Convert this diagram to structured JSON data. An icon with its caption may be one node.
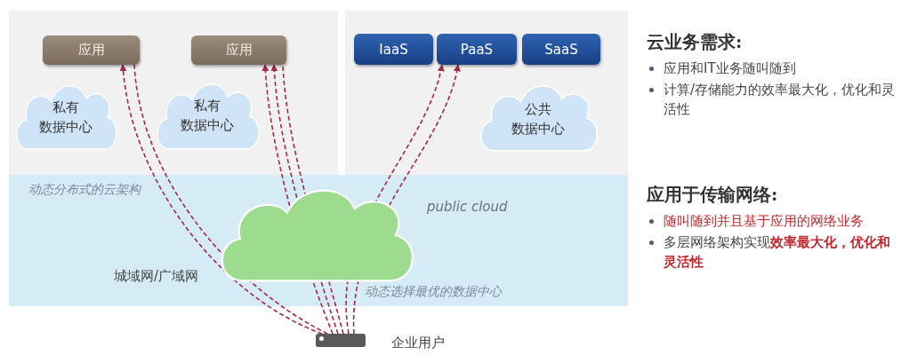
{
  "diagram": {
    "nodes": [
      {
        "text": [
          "应用"
        ]
      },
      {
        "text": [
          "应用"
        ]
      },
      {
        "text": [
          "IaaS"
        ]
      },
      {
        "text": [
          "PaaS"
        ]
      },
      {
        "text": [
          "SaaS"
        ]
      },
      {
        "text": [
          "私有数据中心"
        ]
      },
      {
        "text": [
          "私有数据中心"
        ]
      },
      {
        "text": [
          "公共数据中心"
        ]
      },
      {
        "text": [],
        "shape": "box",
        "beside": [
          "企业用户"
        ]
      }
    ],
    "edges": [
      {
        "from": 8,
        "to": 0,
        "arrow": "to",
        "style": "dashed"
      },
      {
        "from": 8,
        "to": 0,
        "arrow": "none",
        "style": "dashed"
      },
      {
        "from": 8,
        "to": 1,
        "arrow": "to",
        "style": "dashed"
      },
      {
        "from": 8,
        "to": 1,
        "arrow": "to",
        "style": "dashed"
      },
      {
        "from": 8,
        "to": 1,
        "arrow": "none",
        "style": "dashed"
      },
      {
        "from": 8,
        "to": 3,
        "arrow": "to",
        "style": "dashed"
      },
      {
        "from": 8,
        "to": 3,
        "arrow": "to",
        "style": "dashed"
      }
    ],
    "labels": [
      "云业务需求:",
      "应用和IT业务随叫随到",
      "计算/存储能力的效率最大化，优化和灵活性",
      "动态分布式的云架构",
      "public cloud",
      "应用于传输网络:",
      "随叫随到并且基于应用的网络业务",
      "多层网络架构实现**效率最大化，优化和灵活性**",
      "动态选择最优的数据中心",
      "城域网/广域网"
    ]
  }
}
